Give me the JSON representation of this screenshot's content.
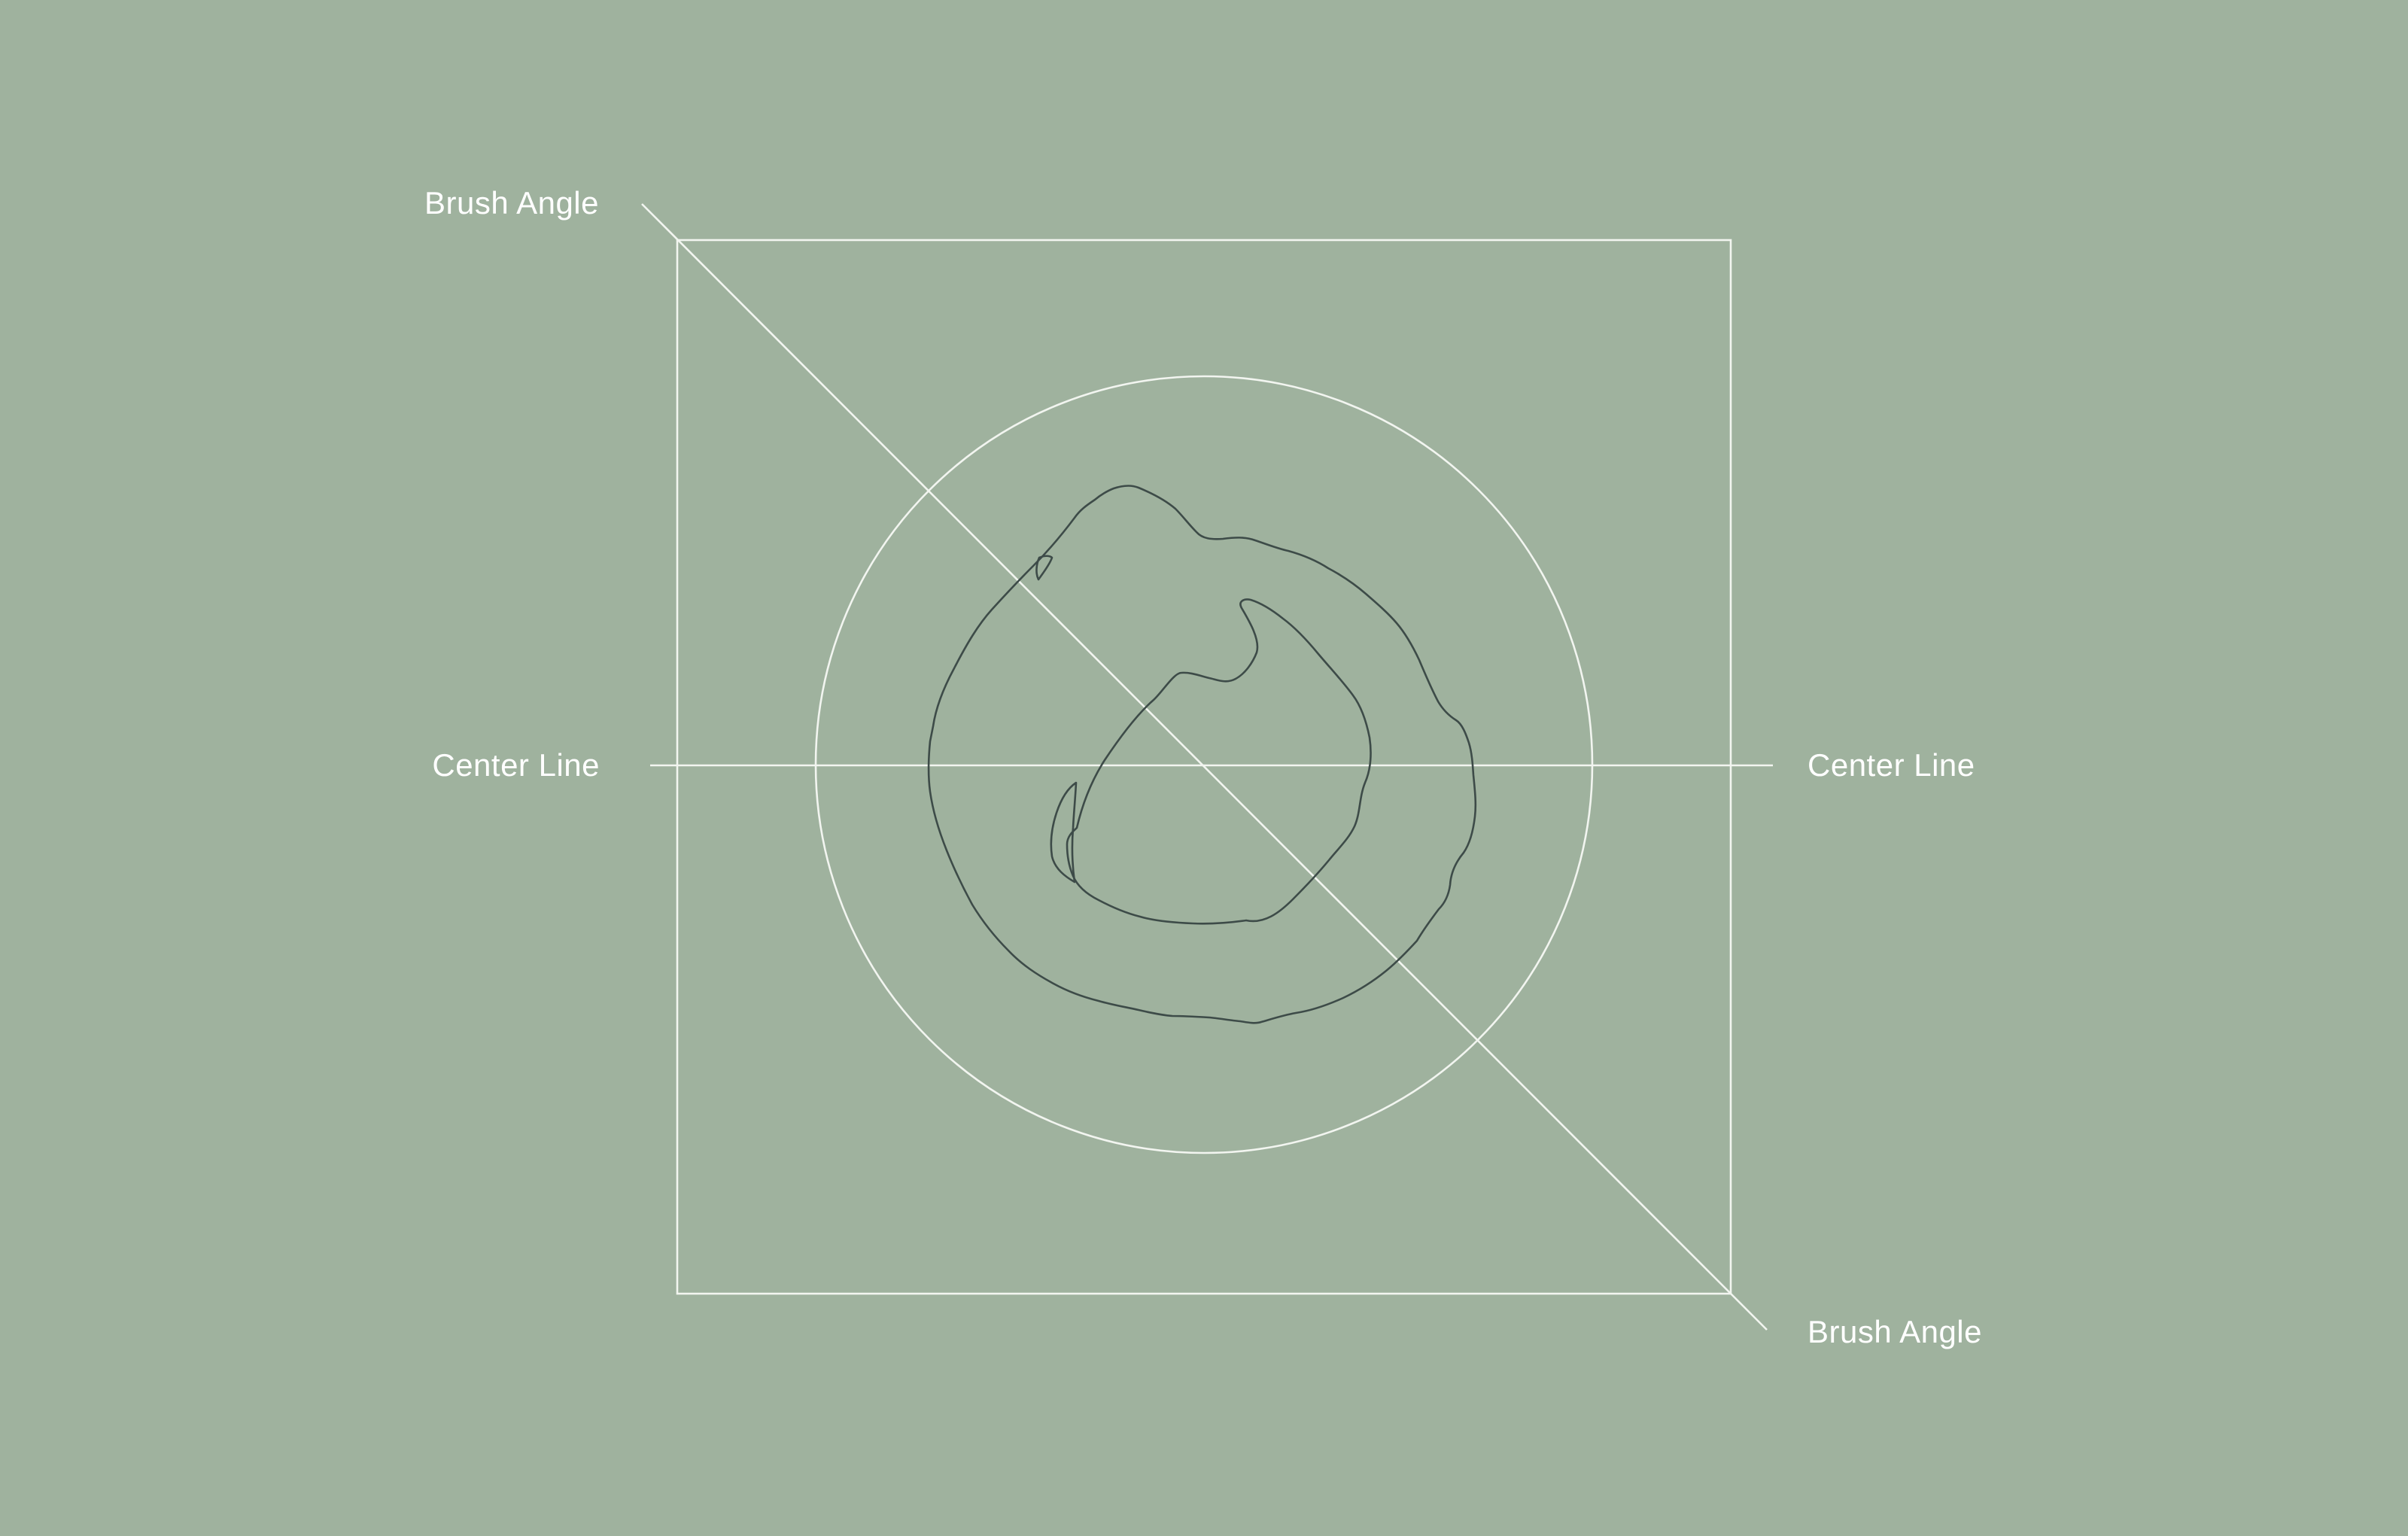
{
  "labels": {
    "brush_angle_top": "Brush Angle",
    "brush_angle_bottom": "Brush Angle",
    "center_line_left": "Center Line",
    "center_line_right": "Center Line"
  },
  "colors": {
    "background": "#9fb29e",
    "guide_lines": "#f2f5f0",
    "label_text": "#ffffff",
    "brush_stroke": "#3d4b48"
  }
}
